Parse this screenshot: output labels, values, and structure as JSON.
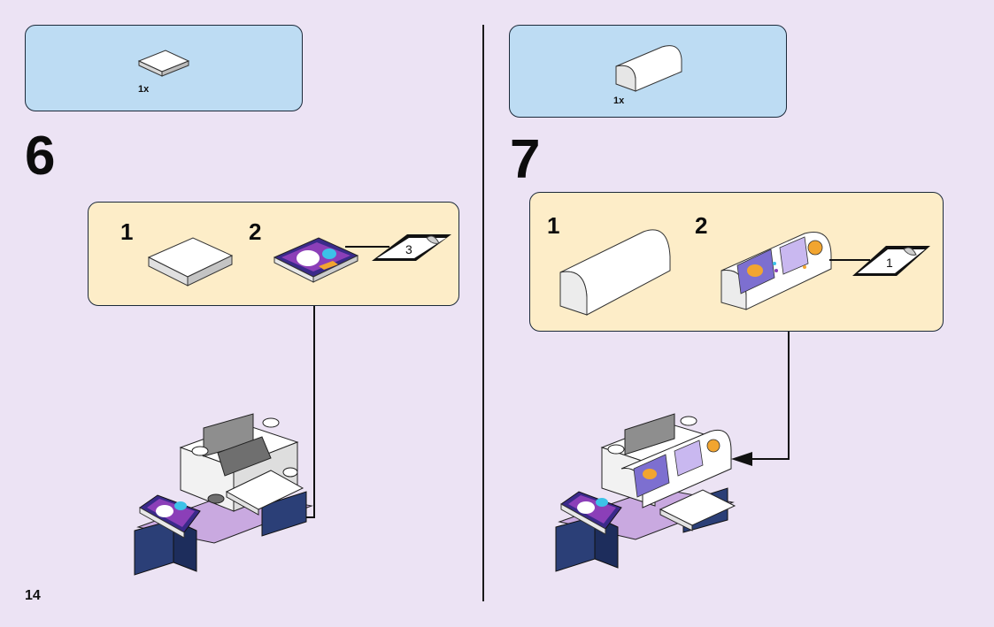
{
  "page": {
    "number": "14"
  },
  "steps": [
    {
      "number": "6",
      "parts": [
        {
          "name": "white-tile-2x2",
          "qty": "1x"
        }
      ],
      "substeps": [
        {
          "number": "1",
          "icon": "white-tile-icon"
        },
        {
          "number": "2",
          "icon": "printed-poster-tile-icon",
          "sticker": "3"
        }
      ]
    },
    {
      "number": "7",
      "parts": [
        {
          "name": "white-curved-slope",
          "qty": "1x"
        }
      ],
      "substeps": [
        {
          "number": "1",
          "icon": "white-curved-slope-icon"
        },
        {
          "number": "2",
          "icon": "dj-panel-slope-icon",
          "sticker": "1"
        }
      ]
    }
  ],
  "colors": {
    "background": "#ece3f4",
    "parts_box": "#bddcf3",
    "substep_box": "#fdedc8",
    "brick_navy": "#2b3f77",
    "brick_lavender": "#c9a9e0",
    "brick_white": "#ffffff",
    "brick_grey": "#8e8e8e"
  }
}
